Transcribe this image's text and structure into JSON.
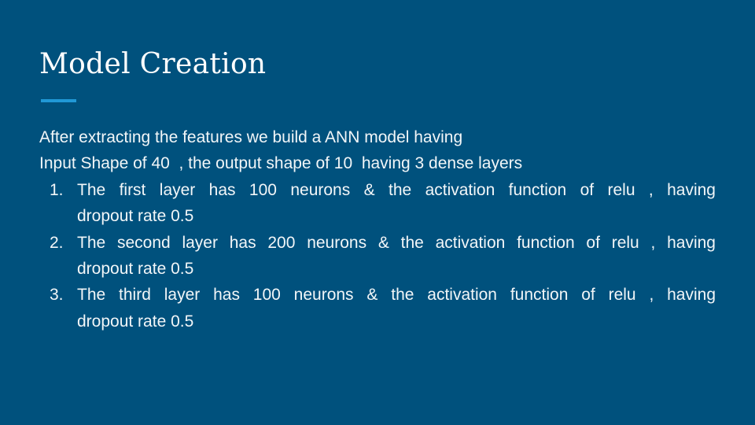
{
  "slide": {
    "colors": {
      "background": "#00517D",
      "accent": "#2098D6",
      "title_text": "#FFFFFF",
      "body_text": "#F2F6F8"
    },
    "title": "Model Creation",
    "body": {
      "paragraph_lines": [
        "After extracting the features we build a ANN model having",
        "Input Shape of 40  , the output shape of 10  having 3 dense layers"
      ],
      "list": [
        {
          "number": "1.",
          "lines": [
            "The first layer has 100 neurons & the activation function of relu , having",
            "dropout rate 0.5"
          ]
        },
        {
          "number": "2.",
          "lines": [
            "The second layer has 200 neurons & the activation function of relu , having",
            "dropout rate 0.5"
          ]
        },
        {
          "number": "3.",
          "lines": [
            "The third layer has 100 neurons & the activation function of relu , having",
            "dropout rate 0.5"
          ]
        }
      ]
    }
  }
}
